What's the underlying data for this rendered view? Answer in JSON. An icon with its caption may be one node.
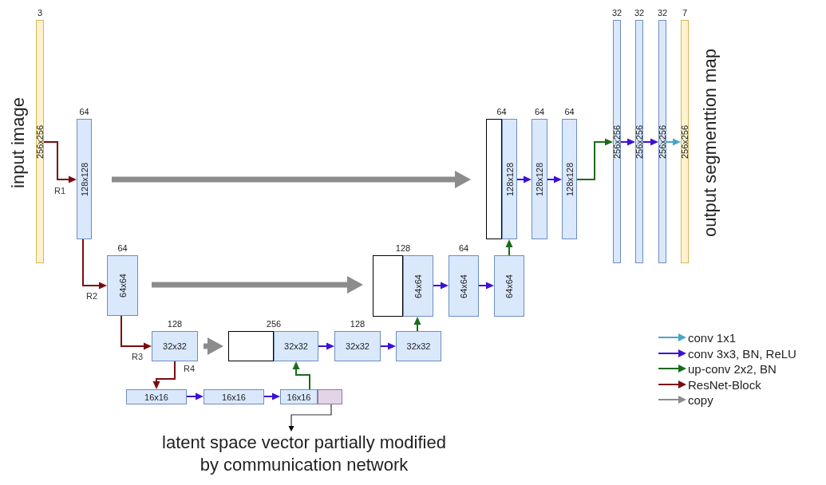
{
  "diagram": {
    "nodes": [
      {
        "text": [
          "256x256"
        ],
        "beside": [
          "3",
          "input image"
        ]
      },
      {
        "text": [
          "128x128"
        ],
        "beside": [
          "64"
        ]
      },
      {
        "text": [
          "64x64"
        ],
        "beside": [
          "64"
        ]
      },
      {
        "text": [
          "32x32"
        ],
        "beside": [
          "128"
        ]
      },
      {
        "text": [
          "16x16"
        ]
      },
      {
        "text": [
          "16x16"
        ]
      },
      {
        "text": [
          "16x16"
        ]
      },
      {
        "text": [],
        "shape": "box"
      },
      {
        "text": [],
        "shape": "box"
      },
      {
        "text": [
          "32x32"
        ],
        "beside": [
          "256"
        ]
      },
      {
        "text": [
          "32x32"
        ],
        "beside": [
          "128"
        ]
      },
      {
        "text": [
          "32x32"
        ]
      },
      {
        "text": [],
        "shape": "box"
      },
      {
        "text": [
          "64x64"
        ],
        "beside": [
          "128"
        ]
      },
      {
        "text": [
          "64x64"
        ],
        "beside": [
          "64"
        ]
      },
      {
        "text": [
          "64x64"
        ]
      },
      {
        "text": [],
        "shape": "box"
      },
      {
        "text": [
          "128x128"
        ],
        "beside": [
          "64"
        ]
      },
      {
        "text": [
          "128x128"
        ],
        "beside": [
          "64"
        ]
      },
      {
        "text": [
          "128x128"
        ],
        "beside": [
          "64"
        ]
      },
      {
        "text": [
          "256x256"
        ],
        "beside": [
          "32"
        ]
      },
      {
        "text": [
          "256x256"
        ],
        "beside": [
          "32"
        ]
      },
      {
        "text": [
          "256x256"
        ],
        "beside": [
          "32"
        ]
      },
      {
        "text": [
          "256x256"
        ],
        "beside": [
          "7",
          "output segmenttion map"
        ]
      },
      {
        "text": [
          "latent space vector partially modified by communication network"
        ]
      }
    ],
    "edges": [
      {
        "from": 0,
        "to": 1,
        "arrow": "to",
        "label": "R1",
        "color": "#7a0c0c"
      },
      {
        "from": 1,
        "to": 2,
        "arrow": "to",
        "label": "R2",
        "color": "#7a0c0c"
      },
      {
        "from": 2,
        "to": 3,
        "arrow": "to",
        "label": "R3",
        "color": "#7a0c0c"
      },
      {
        "from": 3,
        "to": 4,
        "arrow": "to",
        "label": "R4",
        "color": "#7a0c0c"
      },
      {
        "from": 4,
        "to": 5,
        "arrow": "to"
      },
      {
        "from": 5,
        "to": 6,
        "arrow": "to"
      },
      {
        "from": 6,
        "to": 9,
        "arrow": "to",
        "color": "#1b6b1b"
      },
      {
        "from": 7,
        "to": 24,
        "arrow": "to",
        "color": "#333333"
      },
      {
        "from": 3,
        "to": 8,
        "arrow": "to",
        "style": "thick",
        "color": "#8c8c8c"
      },
      {
        "from": 2,
        "to": 12,
        "arrow": "to",
        "style": "thick",
        "color": "#8c8c8c"
      },
      {
        "from": 1,
        "to": 16,
        "arrow": "to",
        "style": "thick",
        "color": "#8c8c8c"
      },
      {
        "from": 9,
        "to": 10,
        "arrow": "to"
      },
      {
        "from": 10,
        "to": 11,
        "arrow": "to"
      },
      {
        "from": 11,
        "to": 13,
        "arrow": "to",
        "color": "#1b6b1b"
      },
      {
        "from": 13,
        "to": 14,
        "arrow": "to"
      },
      {
        "from": 14,
        "to": 15,
        "arrow": "to"
      },
      {
        "from": 15,
        "to": 17,
        "arrow": "to",
        "color": "#1b6b1b"
      },
      {
        "from": 17,
        "to": 18,
        "arrow": "to"
      },
      {
        "from": 18,
        "to": 19,
        "arrow": "to"
      },
      {
        "from": 19,
        "to": 20,
        "arrow": "to",
        "color": "#1b6b1b"
      },
      {
        "from": 20,
        "to": 21,
        "arrow": "to"
      },
      {
        "from": 21,
        "to": 22,
        "arrow": "to"
      },
      {
        "from": 22,
        "to": 23,
        "arrow": "to",
        "color": "#46a8c8"
      }
    ],
    "legend": [
      {
        "text": "conv 1x1"
      },
      {
        "text": "conv 3x3, BN, ReLU"
      },
      {
        "text": "up-conv 2x2, BN"
      },
      {
        "text": "ResNet-Block"
      },
      {
        "text": "copy"
      }
    ]
  }
}
